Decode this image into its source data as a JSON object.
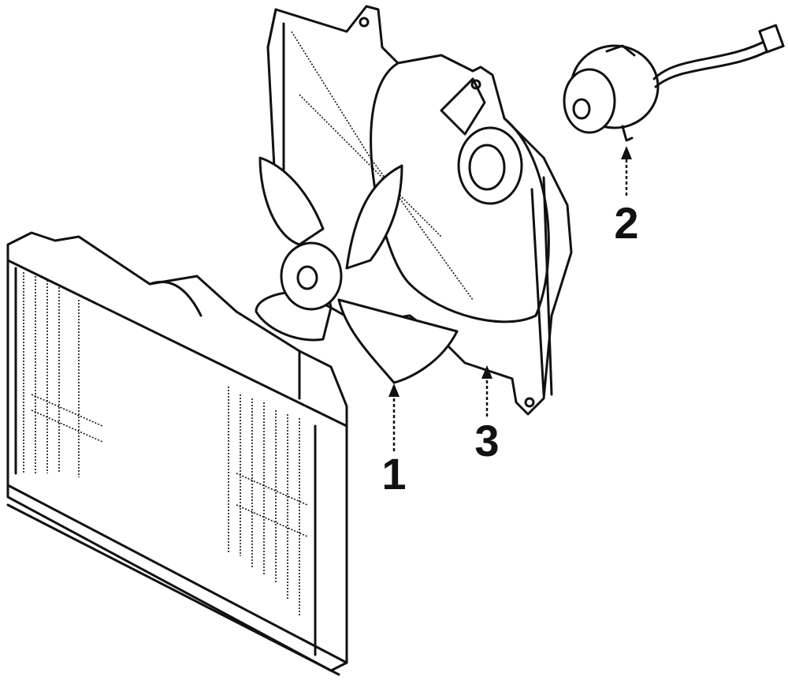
{
  "diagram": {
    "callouts": [
      {
        "id": "1",
        "label": "1"
      },
      {
        "id": "2",
        "label": "2"
      },
      {
        "id": "3",
        "label": "3"
      }
    ],
    "parts": [
      {
        "id": "radiator",
        "icon": "radiator-icon"
      },
      {
        "id": "fan-blade",
        "icon": "fan-blade-icon"
      },
      {
        "id": "fan-motor",
        "icon": "motor-icon"
      },
      {
        "id": "fan-shroud",
        "icon": "shroud-icon"
      }
    ],
    "colors": {
      "line": "#111111",
      "background": "#ffffff"
    }
  }
}
